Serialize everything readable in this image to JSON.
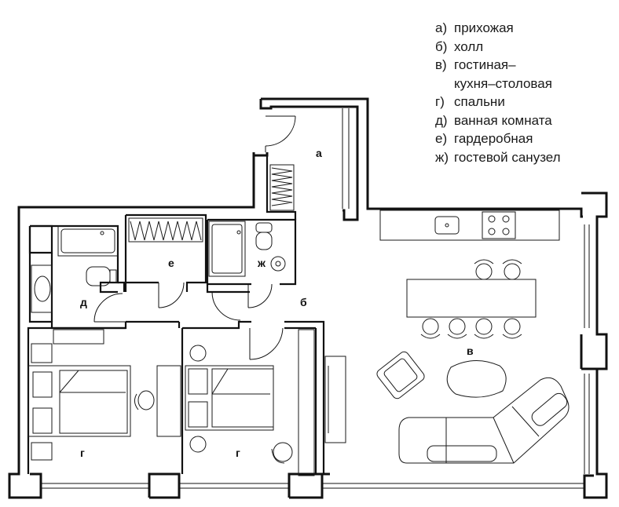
{
  "colors": {
    "wall": "#111111",
    "line": "#1a1a1a",
    "background": "#ffffff"
  },
  "legend": [
    {
      "key": "а)",
      "text": "прихожая"
    },
    {
      "key": "б)",
      "text": "холл"
    },
    {
      "key": "в)",
      "text": "гостиная–"
    },
    {
      "key": "",
      "text": "кухня–столовая"
    },
    {
      "key": "г)",
      "text": "спальни"
    },
    {
      "key": "д)",
      "text": "ванная комната"
    },
    {
      "key": "е)",
      "text": "гардеробная"
    },
    {
      "key": "ж)",
      "text": "гостевой санузел"
    }
  ],
  "rooms": {
    "a": "а",
    "b": "б",
    "v": "в",
    "g1": "г",
    "g2": "г",
    "d": "д",
    "e": "е",
    "zh": "ж"
  }
}
